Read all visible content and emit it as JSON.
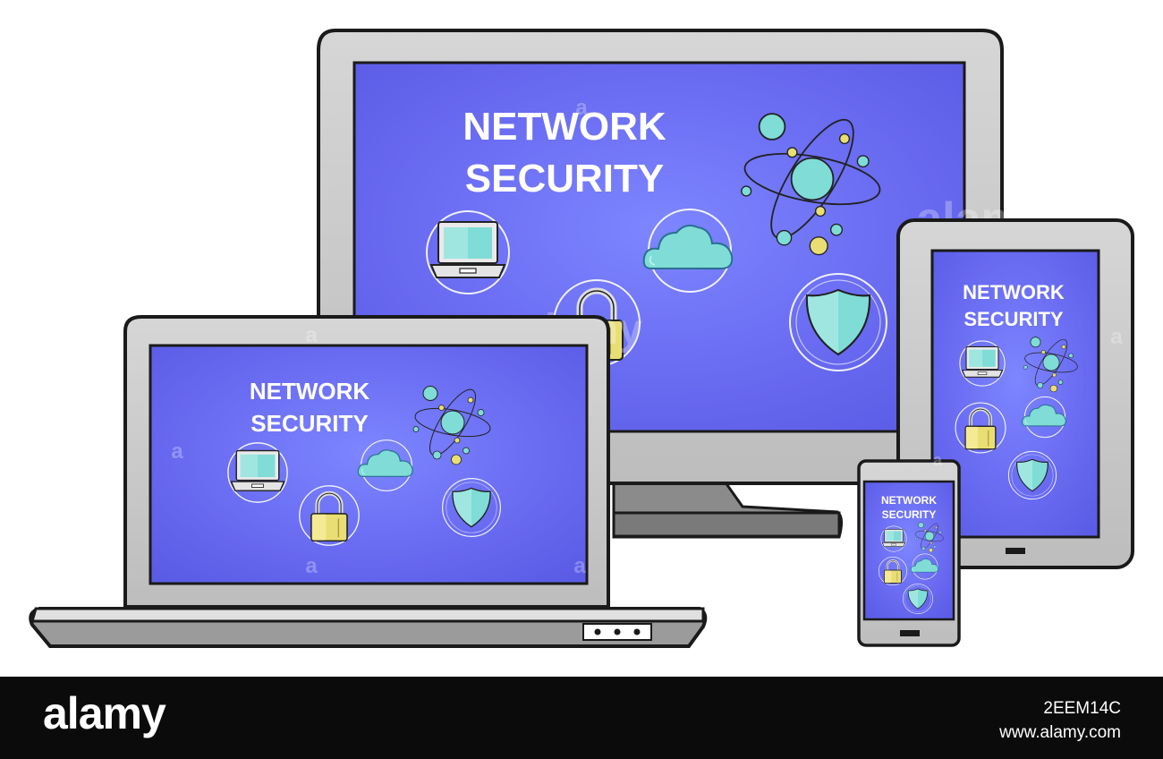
{
  "screen_title_line1": "NETWORK",
  "screen_title_line2": "SECURITY",
  "watermark": "alamy",
  "watermark_mark": "a",
  "footer": {
    "logo": "alamy",
    "image_id": "2EEM14C",
    "url": "www.alamy.com"
  },
  "colors": {
    "screen_blue": "#6a6cf2",
    "device_gray": "#c9c9c9",
    "outline": "#1a1a1a",
    "icon_cyan": "#7fdcd6",
    "icon_yellow": "#e9de74"
  }
}
